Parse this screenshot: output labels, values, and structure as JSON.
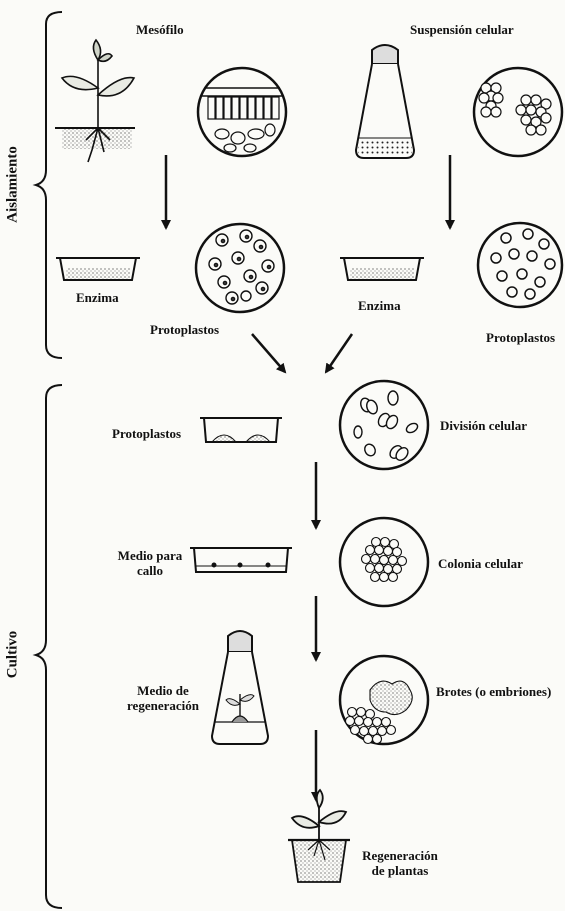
{
  "sections": {
    "isolation": "Aislamiento",
    "culture": "Cultivo"
  },
  "labels": {
    "mesophyll": "Mesófilo",
    "cell_suspension": "Suspensión celular",
    "enzyme_left": "Enzima",
    "enzyme_right": "Enzima",
    "protoplasts_left": "Protoplastos",
    "protoplasts_right": "Protoplastos",
    "protoplasts_dish": "Protoplastos",
    "cell_division": "División celular",
    "callus_medium_line1": "Medio para",
    "callus_medium_line2": "callo",
    "cell_colony": "Colonia celular",
    "regen_medium_line1": "Medio de",
    "regen_medium_line2": "regeneración",
    "shoots": "Brotes (o embriones)",
    "plant_regen_line1": "Regeneración",
    "plant_regen_line2": "de plantas"
  },
  "icons": {
    "stroke": "#1a1a1a",
    "paper": "#fbfbf8"
  }
}
